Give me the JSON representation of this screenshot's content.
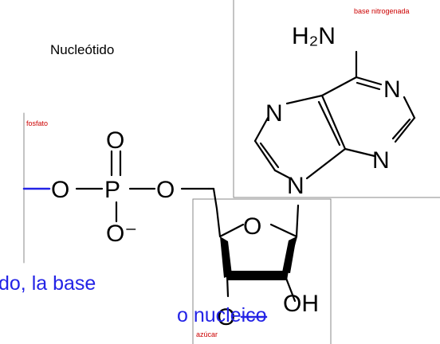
{
  "title": "Nucleótido",
  "labels": {
    "fosfato": "fosfato",
    "base": "base nitrogenada",
    "azucar": "azúcar"
  },
  "atoms": {
    "h2n": "H₂N",
    "n": "N",
    "o": "O",
    "p": "P",
    "o_minus": "O⁻",
    "oh": "OH"
  },
  "caption": {
    "line1": "do, la base",
    "line2": "o nucleico"
  },
  "colors": {
    "bond": "#000000",
    "link_bond": "#2323e6",
    "caption": "#2323e6",
    "small_label": "#cc0000"
  }
}
